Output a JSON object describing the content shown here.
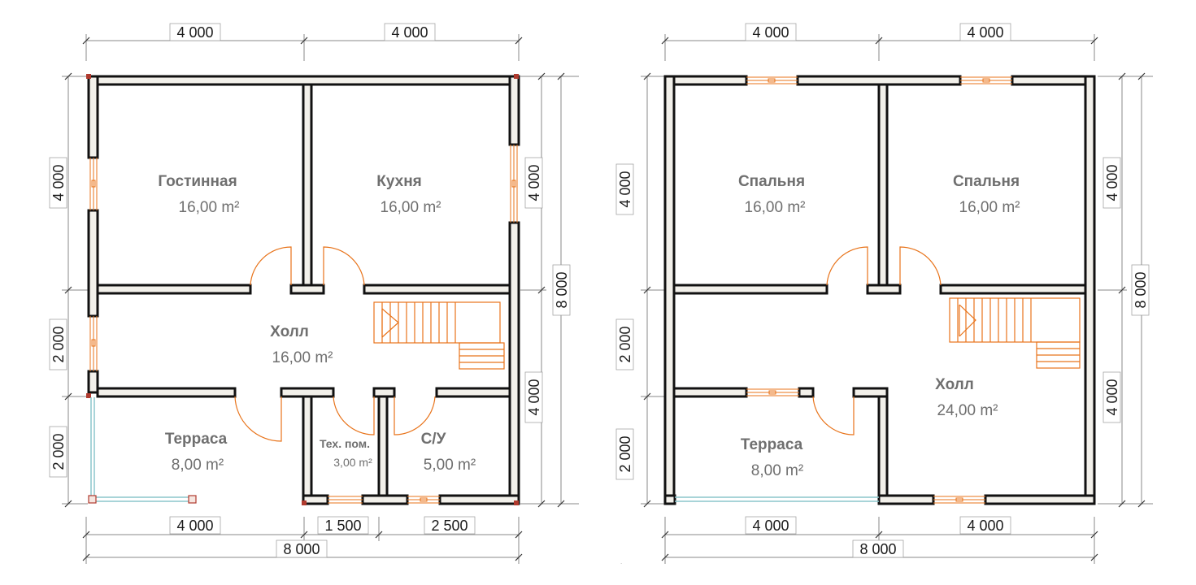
{
  "colors": {
    "wall_stroke": "#111111",
    "wall_fill": "#f2f0ea",
    "door_window": "#e8731a",
    "terrace_glazing": "#8cc6cc",
    "corner_mark": "#b03a2e",
    "dim_line": "#8a8a8a",
    "label_text": "#6f6f6f"
  },
  "icons": {
    "stairs": "stairs-icon",
    "door_swing": "door-swing-icon",
    "window": "window-icon"
  },
  "floor1": {
    "dims": {
      "top_left": "4 000",
      "top_right": "4 000",
      "left_top": "4 000",
      "left_mid": "2 000",
      "left_bottom": "2 000",
      "right_top": "4 000",
      "right_bottom": "4 000",
      "right_total": "8 000",
      "bottom_a": "4 000",
      "bottom_b": "1 500",
      "bottom_c": "2 500",
      "bottom_total": "8 000"
    },
    "rooms": [
      {
        "name": "Гостинная",
        "area": "16,00 m²"
      },
      {
        "name": "Кухня",
        "area": "16,00 m²"
      },
      {
        "name": "Холл",
        "area": "16,00 m²"
      },
      {
        "name": "Терраса",
        "area": "8,00 m²"
      },
      {
        "name": "Тех. пом.",
        "area": "3,00 m²"
      },
      {
        "name": "С/У",
        "area": "5,00 m²"
      }
    ]
  },
  "floor2": {
    "dims": {
      "top_left": "4 000",
      "top_right": "4 000",
      "left_top": "4 000",
      "left_mid": "2 000",
      "left_bottom": "2 000",
      "right_top": "4 000",
      "right_bottom": "4 000",
      "right_total": "8 000",
      "bottom_a": "4 000",
      "bottom_b": "4 000",
      "bottom_total": "8 000"
    },
    "rooms": [
      {
        "name": "Спальня",
        "area": "16,00 m²"
      },
      {
        "name": "Спальня",
        "area": "16,00 m²"
      },
      {
        "name": "Холл",
        "area": "24,00 m²"
      },
      {
        "name": "Терраса",
        "area": "8,00 m²"
      }
    ]
  }
}
